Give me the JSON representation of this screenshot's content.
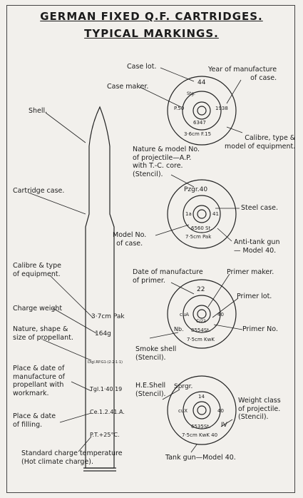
{
  "title_line1": "GERMAN FIXED Q.F. CARTRIDGES.",
  "title_line2": "TYPICAL MARKINGS.",
  "labels": {
    "shell": "Shell.",
    "cartridge_case": "Cartridge case.",
    "calibre_type_equipment": "Calibre & type\nof equipment.",
    "charge_weight": "Charge weight",
    "nature_shape_propellant": "Nature, shape &\nsize of propellant.",
    "place_date_propellant": "Place & date of\nmanufacture of\npropellant with\nworkmark.",
    "place_date_filling": "Place & date\nof filling.",
    "standard_temperature": "Standard charge temperature\n(Hot climate charge).",
    "case_lot": "Case lot.",
    "year_manufacture": "Year of manufacture\nof case.",
    "case_maker": "Case maker.",
    "calibre_model": "Calibre, type &\nmodel of equipment.",
    "nature_model_projectile": "Nature & model No.\nof projectile—A.P.\nwith T.-C. core.\n(Stencil).",
    "steel_case": "Steel case.",
    "model_no_case": "Model No.\nof case.",
    "antitank_gun": "Anti-tank gun\n— Model 40.",
    "date_primer": "Date of manufacture\nof primer.",
    "primer_maker": "Primer maker.",
    "primer_lot": "Primer lot.",
    "primer_no": "Primer No.",
    "smoke_shell": "Smoke shell\n(Stencil).",
    "he_shell": "H.E.Shell\n(Stencil).",
    "weight_class": "Weight class\nof projectile.\n(Stencil).",
    "tank_gun": "Tank gun—Model 40."
  },
  "cartridge_markings": {
    "calibre": "3·7cm Pak",
    "weight": "164g",
    "propellant": "Digl.RP.G1-(2·2·1·1)",
    "propellant_mfr": "Tgl.1·40.19",
    "filling": "Ce.1.2.41.A.",
    "temperature": "P.T.+25°C."
  },
  "disc1": {
    "lot": "44",
    "maker": "P.50",
    "maker_small": "Stg.",
    "year": "1938",
    "number": "6347",
    "calibre": "3·6cm F.15"
  },
  "disc2": {
    "stencil": "Pzgr.40",
    "left": "1a",
    "right": "41",
    "case_no": "6560 St.",
    "calibre": "7·5cm Pak"
  },
  "disc3": {
    "date": "22",
    "left": "cuA",
    "right": "40",
    "primer": "C/22",
    "lot": "8554St.",
    "calibre": "7·5cm KwK",
    "stencil": "Nb."
  },
  "disc4": {
    "top": "14",
    "left": "cuX",
    "right": "40",
    "class": "6535St.",
    "calibre": "7·5cm KwK 40",
    "stencil": "Sprgr.",
    "weight": "IV"
  },
  "colors": {
    "paper": "#f2f0ec",
    "ink": "#1c1c1c"
  }
}
